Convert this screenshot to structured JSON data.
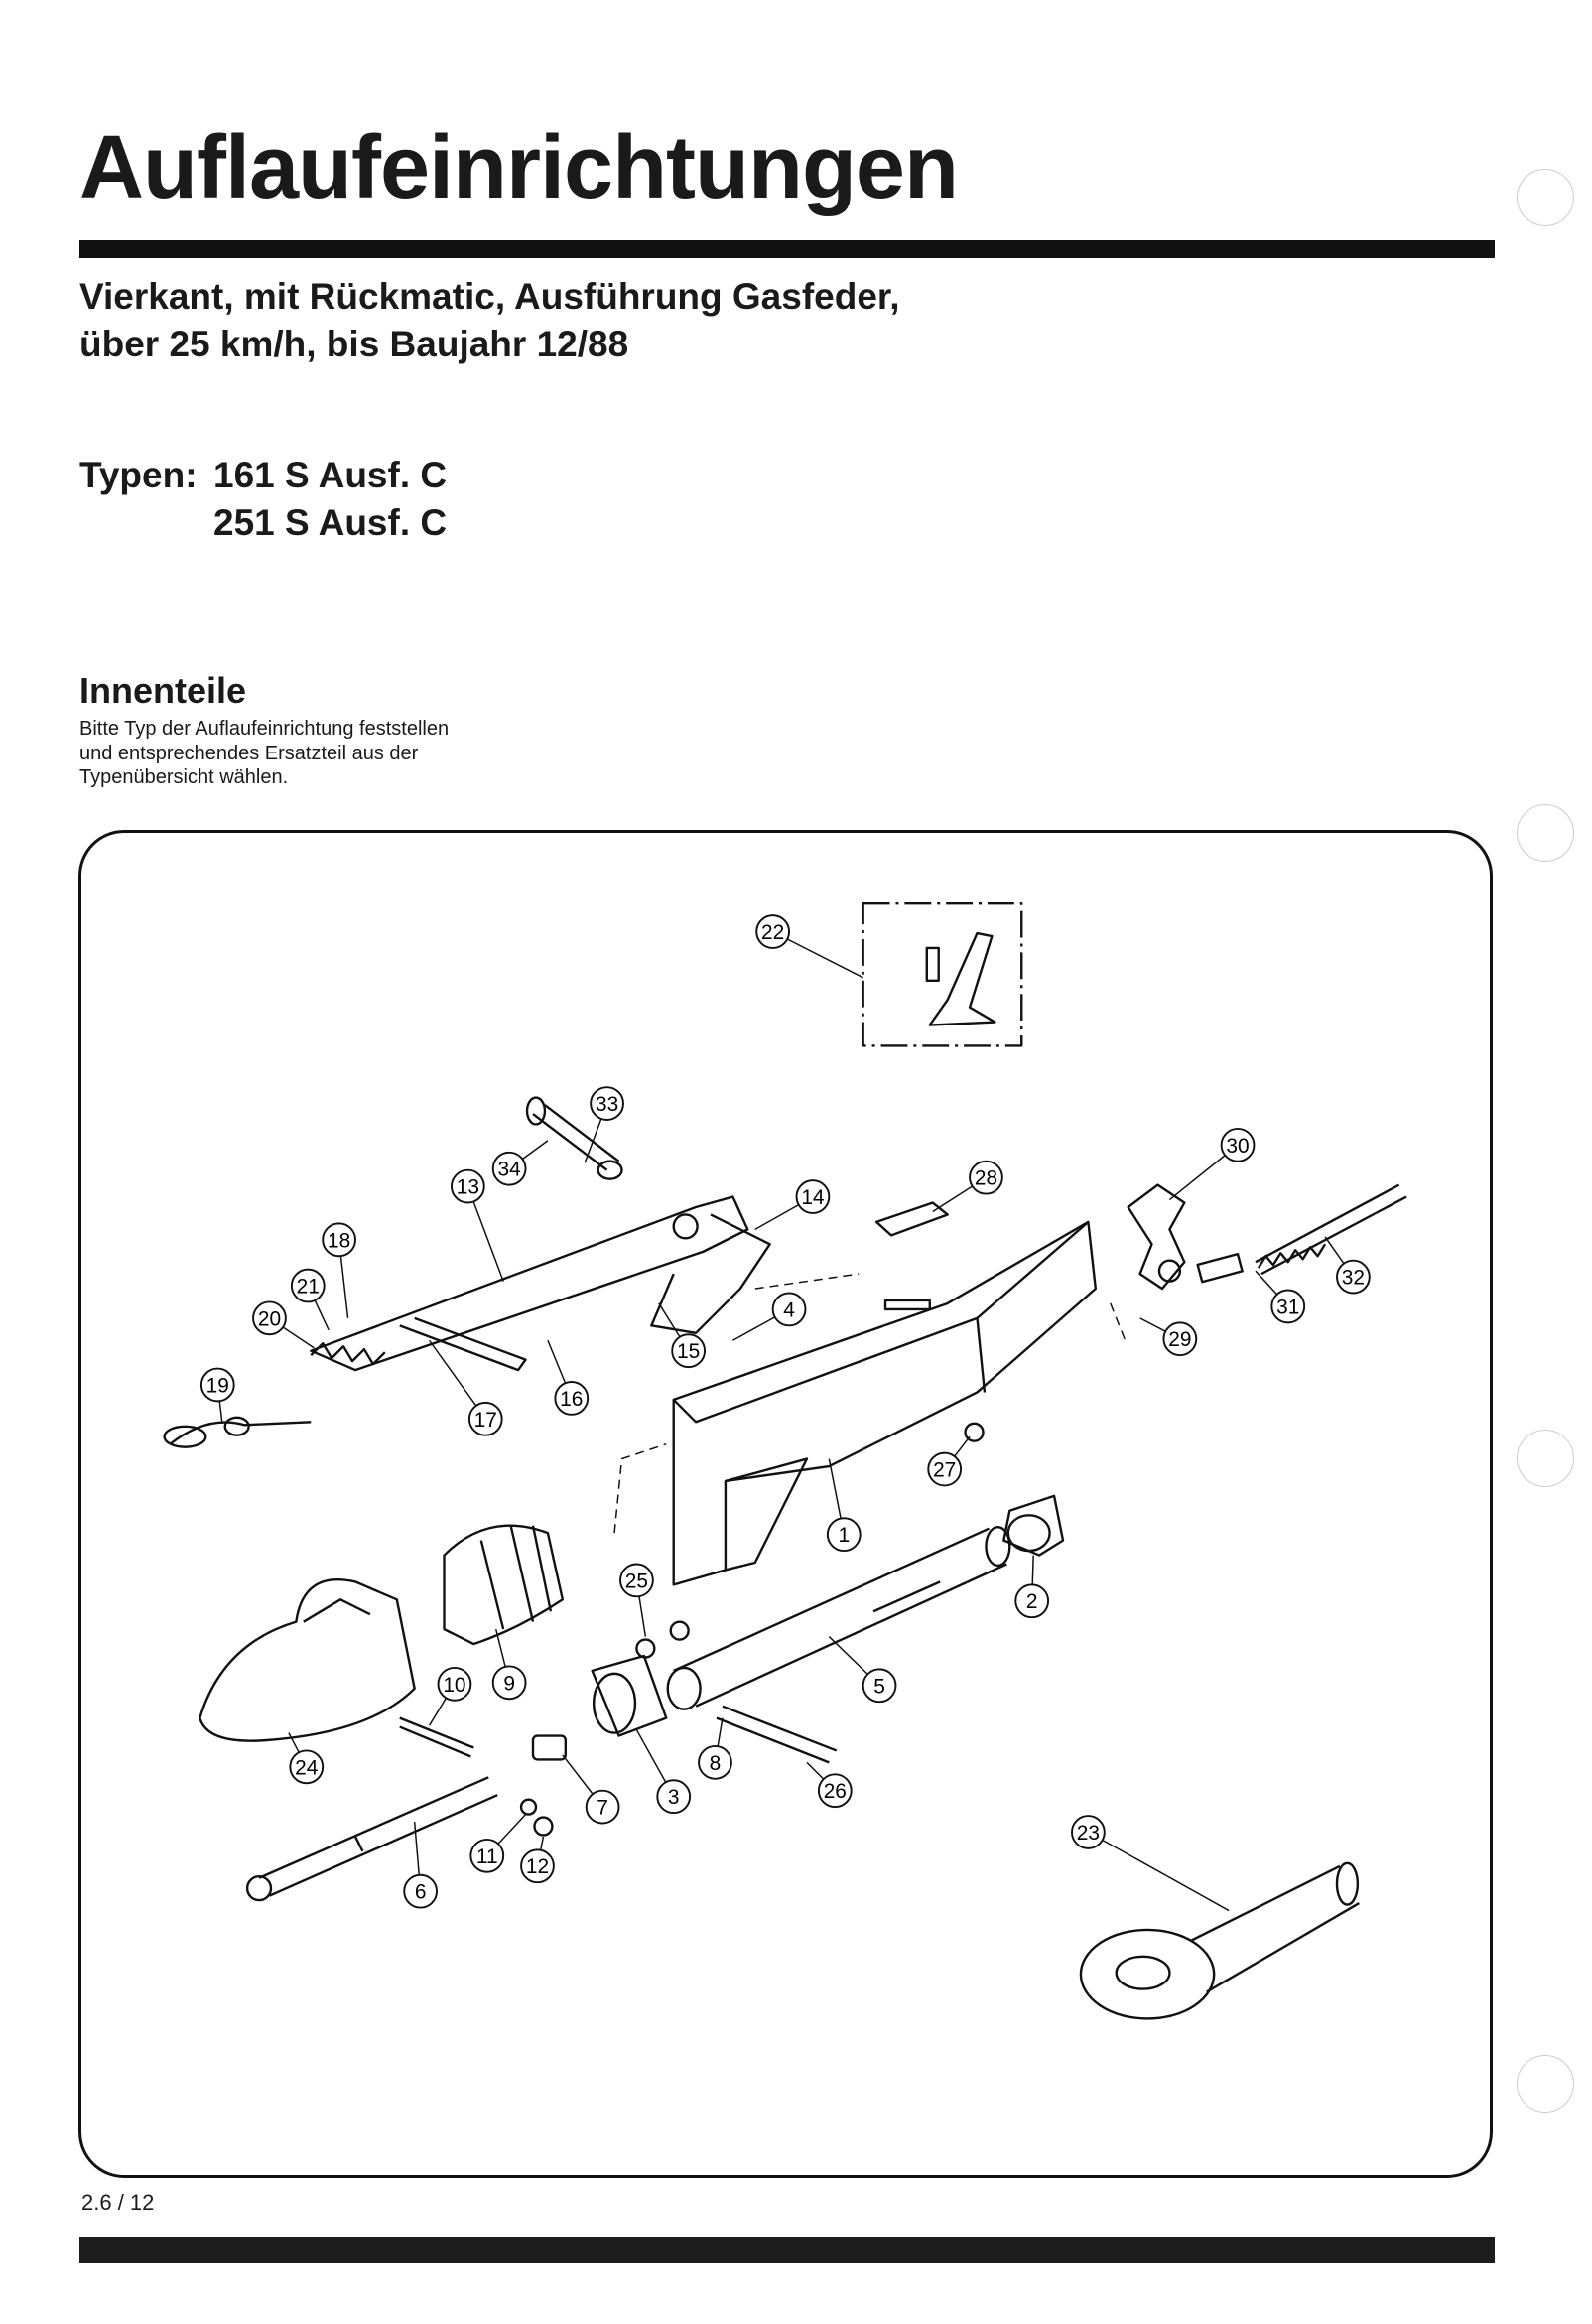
{
  "title": "Auflaufeinrichtungen",
  "subtitle": [
    "Vierkant, mit Rückmatic, Ausführung Gasfeder,",
    "über 25 km/h, bis Baujahr 12/88"
  ],
  "types": {
    "label": "Typen:",
    "values": [
      "161 S Ausf. C",
      "251 S Ausf. C"
    ]
  },
  "section": {
    "heading": "Innenteile",
    "text": [
      "Bitte Typ der Auflaufeinrichtung feststellen",
      "und entsprechendes Ersatzteil aus der",
      "Typenübersicht wählen."
    ]
  },
  "diagram": {
    "callouts": [
      "22",
      "33",
      "34",
      "13",
      "30",
      "28",
      "14",
      "18",
      "21",
      "20",
      "4",
      "15",
      "29",
      "31",
      "32",
      "19",
      "17",
      "16",
      "27",
      "1",
      "2",
      "25",
      "5",
      "10",
      "9",
      "8",
      "26",
      "7",
      "3",
      "24",
      "11",
      "12",
      "6",
      "23"
    ]
  },
  "footer": {
    "page": "2.6 / 12"
  }
}
